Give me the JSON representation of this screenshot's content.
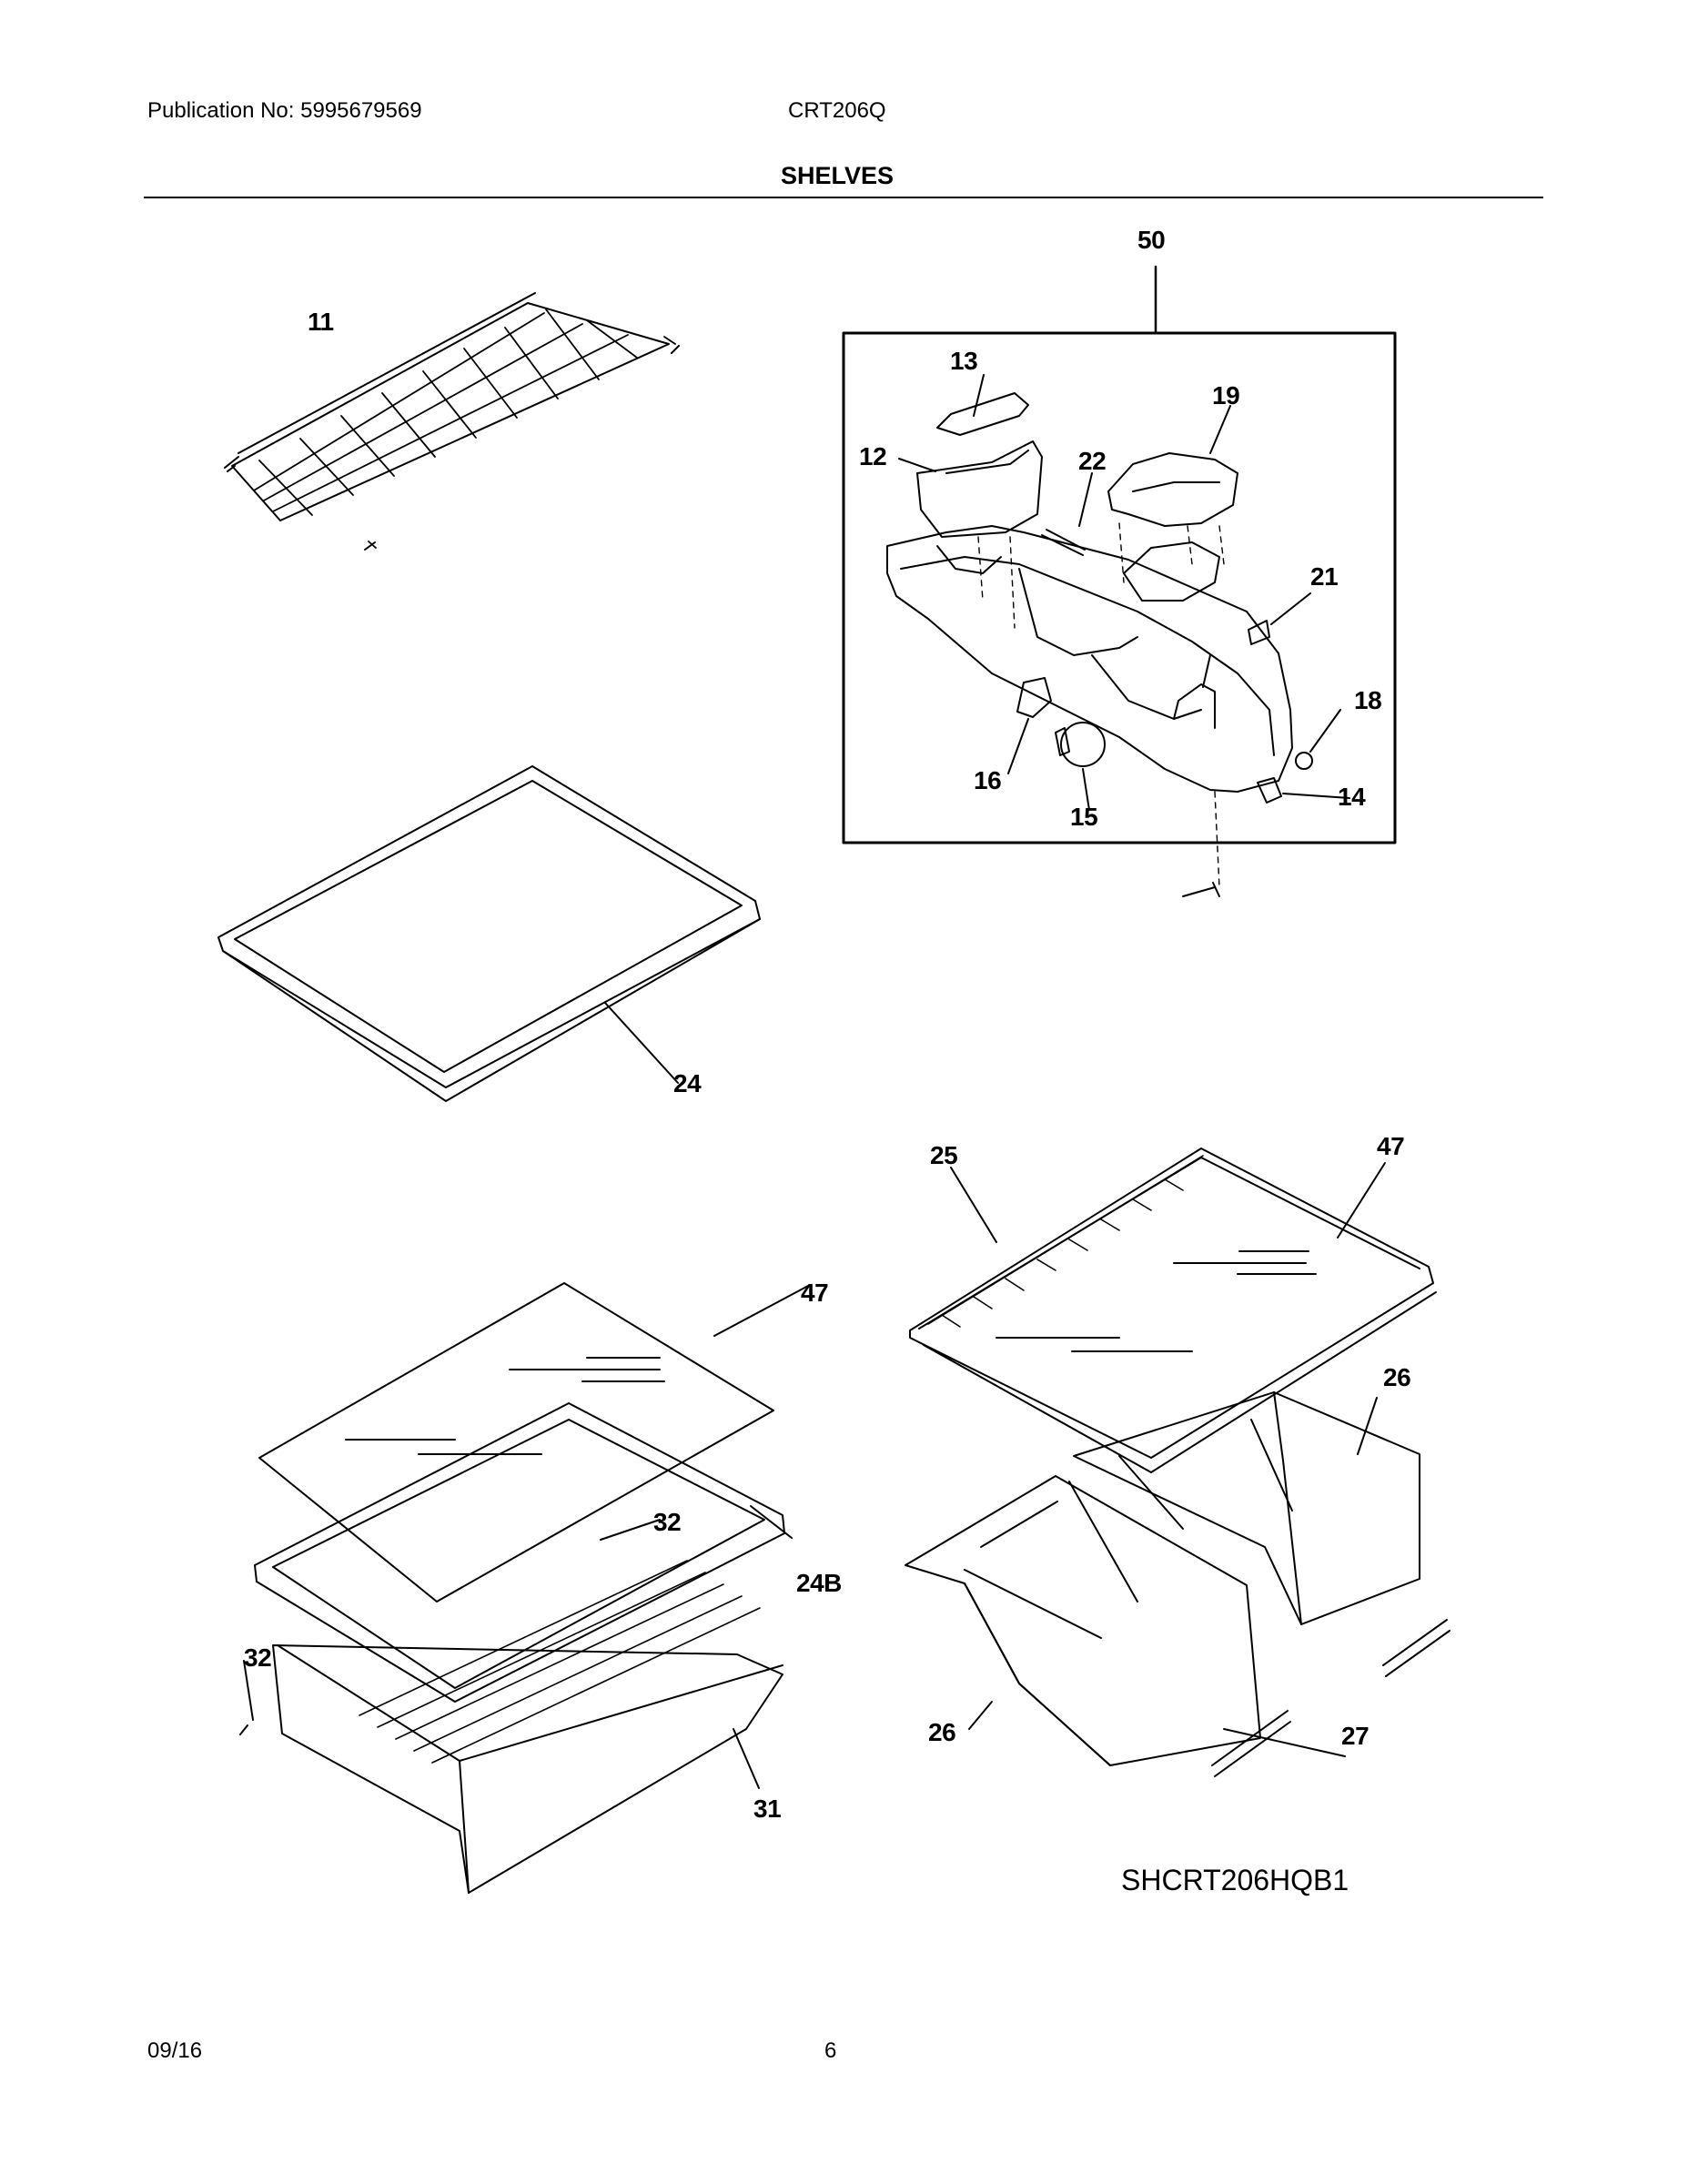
{
  "header": {
    "publication": "Publication No: 5995679569",
    "model": "CRT206Q",
    "section_title": "SHELVES"
  },
  "callouts": {
    "c11": "11",
    "c50": "50",
    "c13": "13",
    "c19": "19",
    "c12": "12",
    "c22": "22",
    "c21": "21",
    "c18": "18",
    "c16": "16",
    "c15": "15",
    "c14": "14",
    "c24": "24",
    "c25": "25",
    "c47a": "47",
    "c47b": "47",
    "c26a": "26",
    "c32a": "32",
    "c24b": "24B",
    "c32b": "32",
    "c26b": "26",
    "c27": "27",
    "c31": "31"
  },
  "diagram_code": "SHCRT206HQB1",
  "footer": {
    "date": "09/16",
    "page": "6"
  }
}
